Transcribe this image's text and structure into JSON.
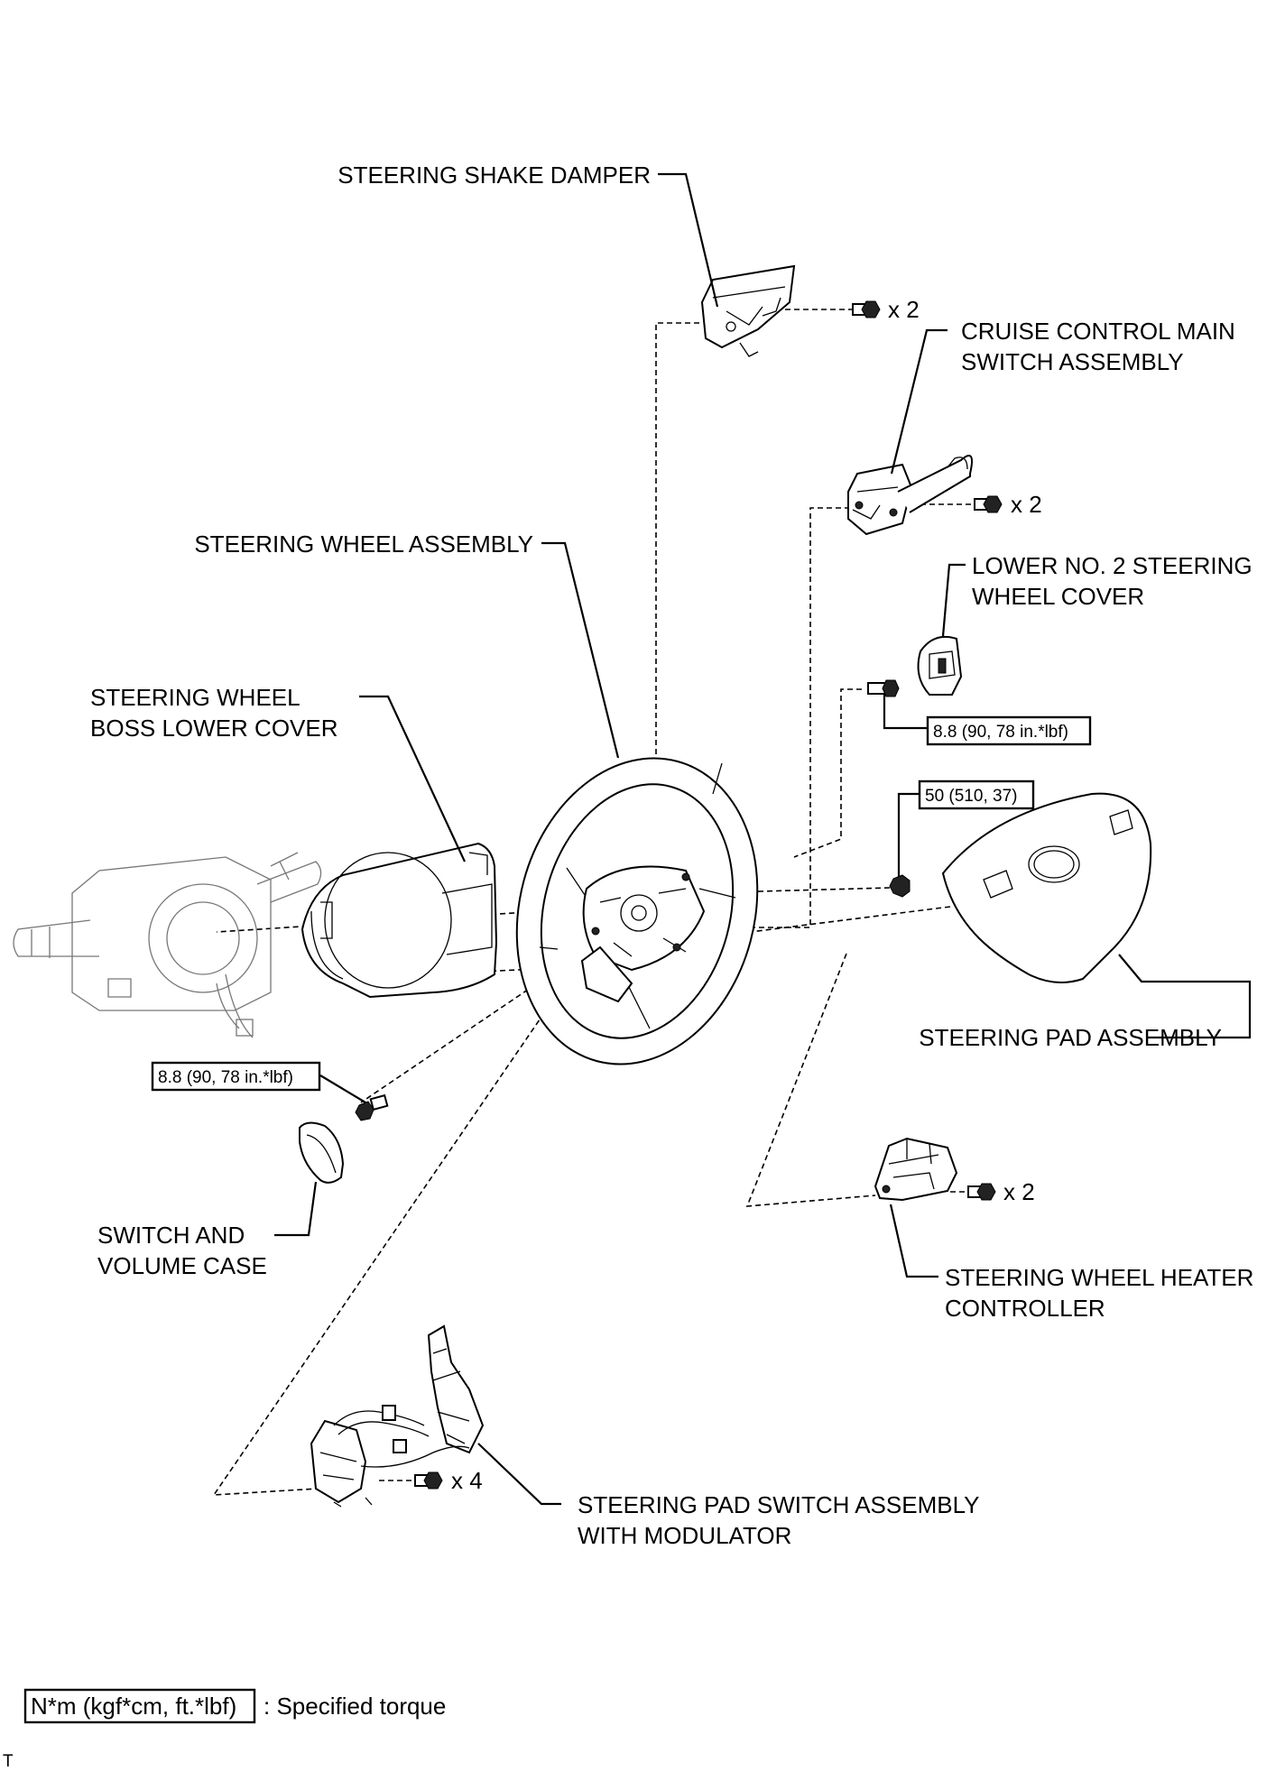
{
  "labels": {
    "shake_damper": "STEERING SHAKE DAMPER",
    "cruise_l1": "CRUISE CONTROL MAIN",
    "cruise_l2": "SWITCH ASSEMBLY",
    "wheel_assembly": "STEERING WHEEL ASSEMBLY",
    "lower_cover_l1": "LOWER NO. 2 STEERING",
    "lower_cover_l2": "WHEEL COVER",
    "boss_l1": "STEERING WHEEL",
    "boss_l2": "BOSS LOWER COVER",
    "pad_assembly": "STEERING PAD ASSEMBLY",
    "switch_case_l1": "SWITCH AND",
    "switch_case_l2": "VOLUME CASE",
    "heater_l1": "STEERING WHEEL HEATER",
    "heater_l2": "CONTROLLER",
    "pad_switch_l1": "STEERING PAD SWITCH ASSEMBLY",
    "pad_switch_l2": "WITH MODULATOR"
  },
  "quantities": {
    "damper_bolts": "x 2",
    "cruise_bolts": "x 2",
    "heater_bolts": "x 2",
    "pad_switch_bolts": "x 4"
  },
  "torques": {
    "lower_cover_bolt": "8.8 (90, 78 in.*lbf)",
    "pad_nut": "50 (510, 37)",
    "switch_case_bolt": "8.8 (90, 78 in.*lbf)"
  },
  "legend": {
    "box_text": "N*m (kgf*cm, ft.*lbf)",
    "description": ": Specified torque"
  },
  "corner_mark": "T"
}
